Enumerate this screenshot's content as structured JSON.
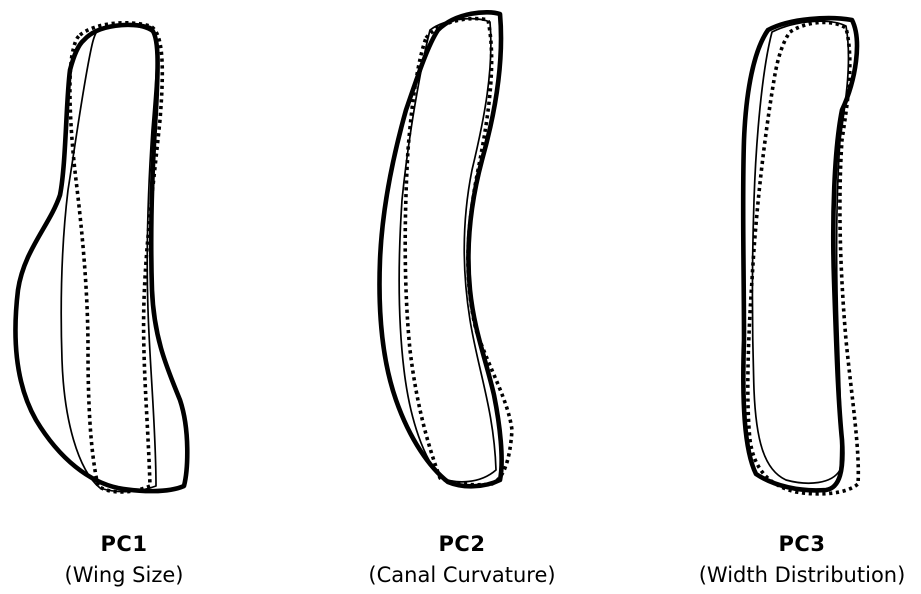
{
  "panels": [
    {
      "label": "PC1",
      "description": "(Wing Size)"
    },
    {
      "label": "PC2",
      "description": "(Canal Curvature)"
    },
    {
      "label": "PC3",
      "description": "(Width Distribution)"
    }
  ]
}
